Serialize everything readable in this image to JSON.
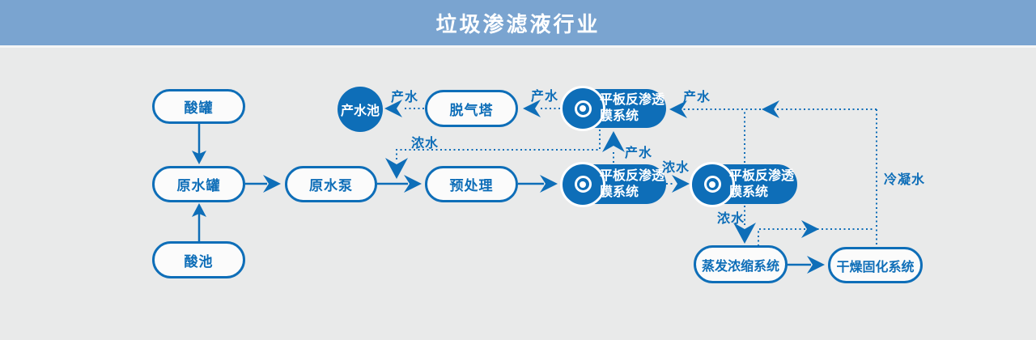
{
  "header": {
    "title": "垃圾渗滤液行业"
  },
  "colors": {
    "accent": "#0e6eb8",
    "header_bg": "#7aa4d0",
    "canvas_bg": "#e9eaea"
  },
  "icons": {
    "ro_unit": "double-circle-membrane"
  },
  "diagram": {
    "nodes": [
      {
        "id": "acid-tank",
        "label": "酸罐",
        "type": "outline-pill"
      },
      {
        "id": "raw-water-tank",
        "label": "原水罐",
        "type": "outline-pill"
      },
      {
        "id": "acid-pool",
        "label": "酸池",
        "type": "outline-pill"
      },
      {
        "id": "raw-water-pump",
        "label": "原水泵",
        "type": "outline-pill"
      },
      {
        "id": "pretreatment",
        "label": "预处理",
        "type": "outline-pill"
      },
      {
        "id": "degassing-tower",
        "label": "脱气塔",
        "type": "outline-pill"
      },
      {
        "id": "product-water-pool",
        "label": "产水池",
        "type": "filled-circle"
      },
      {
        "id": "ro-system-1",
        "label": "平板反渗透膜系统",
        "line1": "平板反渗透",
        "line2": "膜系统",
        "type": "filled-pill-icon"
      },
      {
        "id": "ro-system-2",
        "label": "平板反渗透膜系统",
        "line1": "平板反渗透",
        "line2": "膜系统",
        "type": "filled-pill-icon"
      },
      {
        "id": "ro-system-3",
        "label": "平板反渗透膜系统",
        "line1": "平板反渗透",
        "line2": "膜系统",
        "type": "filled-pill-icon"
      },
      {
        "id": "evaporation-system",
        "label": "蒸发浓缩系统",
        "type": "outline-pill"
      },
      {
        "id": "drying-system",
        "label": "干燥固化系统",
        "type": "outline-pill"
      }
    ],
    "edge_labels": [
      {
        "text": "产水",
        "for": "degassing-tower-to-product-water-pool"
      },
      {
        "text": "产水",
        "for": "ro-system-1-to-degassing-tower"
      },
      {
        "text": "产水",
        "for": "condensate-return-to-ro-system-1"
      },
      {
        "text": "产水",
        "for": "ro-system-2-to-ro-system-1"
      },
      {
        "text": "浓水",
        "for": "ro-system-1-recycle-to-feed-line"
      },
      {
        "text": "浓水",
        "for": "ro-system-2-to-ro-system-3"
      },
      {
        "text": "浓水",
        "for": "ro-system-3-to-evaporation-system"
      },
      {
        "text": "冷凝水",
        "for": "condensate-riser"
      }
    ],
    "edges": [
      {
        "from": "acid-tank",
        "to": "raw-water-tank",
        "style": "solid",
        "label": ""
      },
      {
        "from": "acid-pool",
        "to": "raw-water-tank",
        "style": "solid",
        "label": ""
      },
      {
        "from": "raw-water-tank",
        "to": "raw-water-pump",
        "style": "solid",
        "label": ""
      },
      {
        "from": "raw-water-pump",
        "to": "pretreatment",
        "style": "solid",
        "label": ""
      },
      {
        "from": "pretreatment",
        "to": "ro-system-2",
        "style": "solid",
        "label": ""
      },
      {
        "from": "ro-system-2",
        "to": "ro-system-1",
        "style": "dotted",
        "label": "产水"
      },
      {
        "from": "ro-system-2",
        "to": "ro-system-3",
        "style": "dotted",
        "label": "浓水"
      },
      {
        "from": "ro-system-1",
        "to": "degassing-tower",
        "style": "dotted",
        "label": "产水"
      },
      {
        "from": "degassing-tower",
        "to": "product-water-pool",
        "style": "dotted",
        "label": "产水"
      },
      {
        "from": "ro-system-1",
        "to": "feed-line",
        "style": "dotted",
        "label": "浓水"
      },
      {
        "from": "ro-system-3",
        "to": "ro-system-1",
        "style": "dotted",
        "label": "产水"
      },
      {
        "from": "ro-system-3",
        "to": "evaporation-system",
        "style": "dotted",
        "label": "浓水"
      },
      {
        "from": "evaporation-system",
        "to": "drying-system",
        "style": "solid",
        "label": ""
      },
      {
        "from": "evaporation-system",
        "to": "ro-system-1",
        "style": "dotted",
        "label": "冷凝水"
      },
      {
        "from": "drying-system",
        "to": "ro-system-1",
        "style": "dotted",
        "label": "冷凝水"
      }
    ]
  }
}
